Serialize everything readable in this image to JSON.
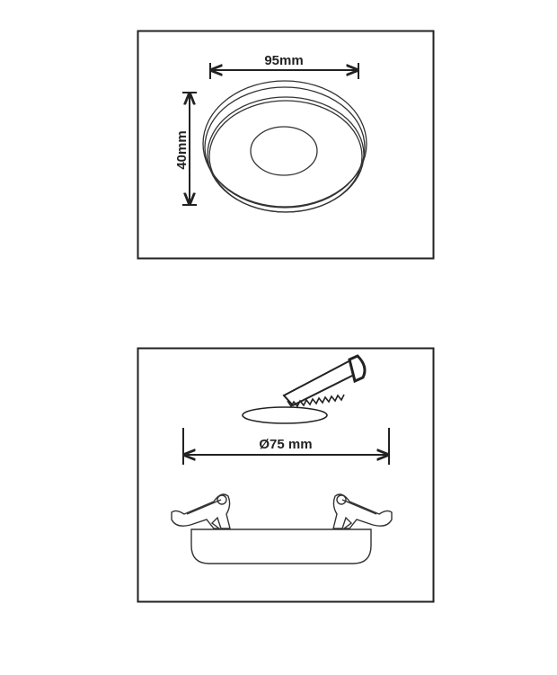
{
  "panel_dimensions": {
    "width_label": "95mm",
    "height_label": "40mm"
  },
  "panel_cutout": {
    "cutout_label": "Ø75 mm"
  }
}
